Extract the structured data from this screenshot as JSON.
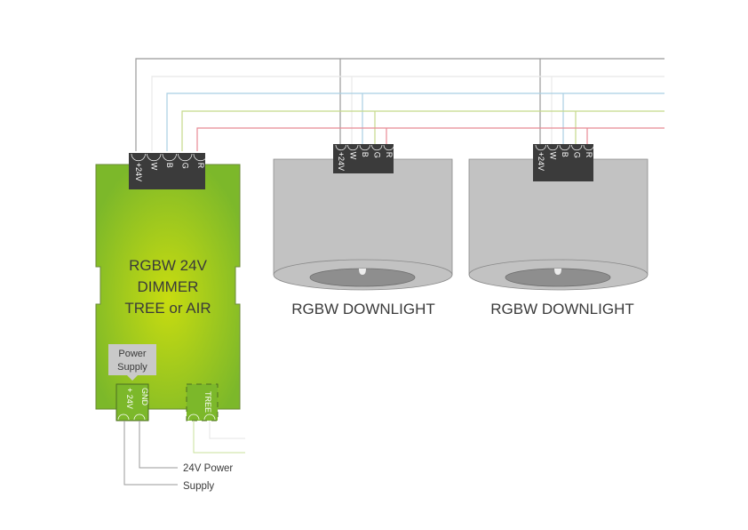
{
  "dimmer": {
    "title_lines": [
      "RGBW 24V",
      "DIMMER",
      "TREE or AIR"
    ],
    "body_color": "#7cb82a",
    "glow_color": "#c8dc10",
    "output_pins": [
      "+24V",
      "W",
      "B",
      "G",
      "R"
    ],
    "power_pins": [
      "+ 24V",
      "GND"
    ],
    "tree_pin": "TREE",
    "power_tag": [
      "Power",
      "Supply"
    ]
  },
  "downlights": [
    {
      "label": "RGBW DOWNLIGHT",
      "pins": [
        "+24V",
        "W",
        "B",
        "G",
        "R"
      ]
    },
    {
      "label": "RGBW DOWNLIGHT",
      "pins": [
        "+24V",
        "W",
        "B",
        "G",
        "R"
      ]
    }
  ],
  "power_supply_label": [
    "24V Power",
    "Supply"
  ],
  "wires": [
    {
      "name": "+24V",
      "color": "#999999"
    },
    {
      "name": "W",
      "color": "#e8e8e8"
    },
    {
      "name": "B",
      "color": "#a9cfe3"
    },
    {
      "name": "G",
      "color": "#c5d98a"
    },
    {
      "name": "R",
      "color": "#e88a95"
    }
  ],
  "tree_wire_colors": [
    "#c9e29b",
    "#e4e4e4"
  ],
  "connector_color": "#3b3b3b",
  "downlight_body_color": "#c2c2c2",
  "downlight_lens_color": "#8e8e8e"
}
